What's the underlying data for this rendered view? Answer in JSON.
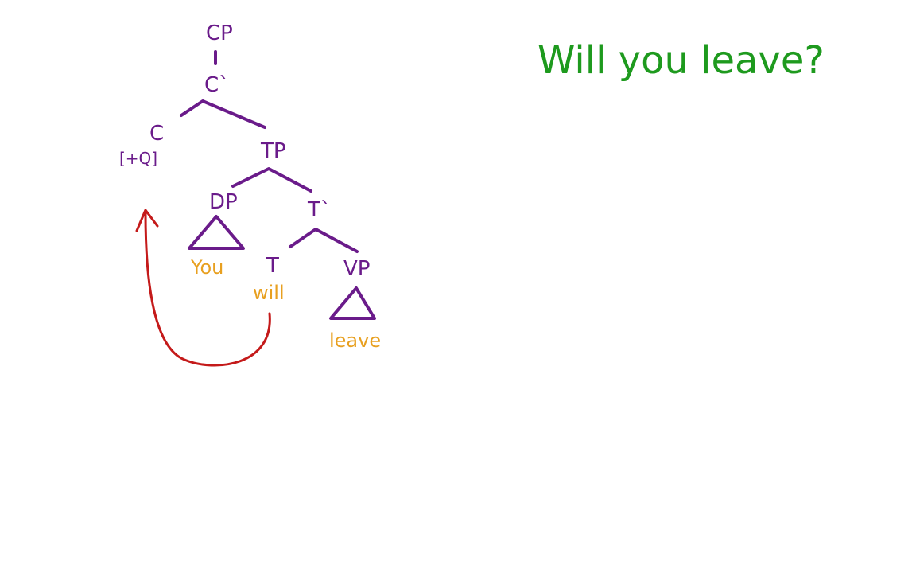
{
  "title": "Will you leave?",
  "colors": {
    "tree": "#6a1b8a",
    "words": "#e8a020",
    "title": "#1e9a1e",
    "movement_arrow": "#c41a1a"
  },
  "tree": {
    "nodes": {
      "cp": "CP",
      "c_bar": "C`",
      "c": "C",
      "c_feature": "[+Q]",
      "tp": "TP",
      "dp": "DP",
      "t_bar": "T`",
      "t": "T",
      "vp": "VP"
    },
    "words": {
      "dp": "You",
      "t": "will",
      "vp": "leave"
    },
    "movement": {
      "from": "T (will)",
      "to": "C [+Q]"
    }
  }
}
